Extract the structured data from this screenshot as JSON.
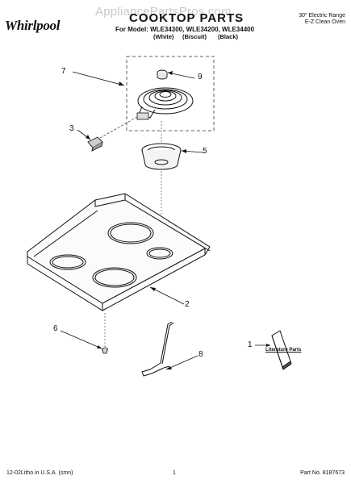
{
  "watermark": "AppliancePartsPros.com",
  "logo": {
    "text": "Whirlpool"
  },
  "header": {
    "title": "COOKTOP PARTS",
    "model_line": "For Model: WLE34300, WLE34200, WLE34400",
    "colors": [
      "(White)",
      "(Biscuit)",
      "(Black)"
    ],
    "range_line1": "30\" Electric Range",
    "range_line2": "E-Z Clean Oven"
  },
  "callouts": [
    "7",
    "9",
    "3",
    "5",
    "2",
    "6",
    "8",
    "1"
  ],
  "literature_label": "Literature Parts",
  "footer": {
    "left": "12-02Litho in U.S.A. (smn)",
    "page": "1",
    "part_no": "Part No. 8187673"
  }
}
